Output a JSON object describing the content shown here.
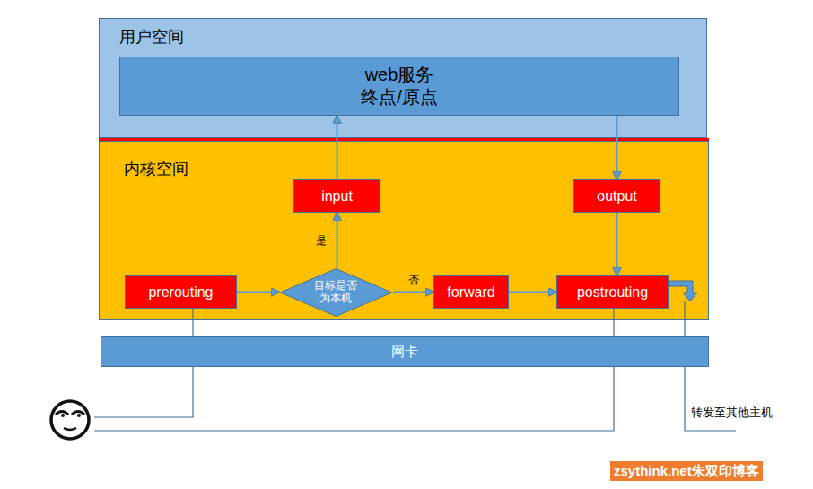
{
  "diagram": {
    "nodes": [
      {
        "text": [
          "用户空间"
        ]
      },
      {
        "text": [
          "web服务",
          "终点/原点"
        ],
        "in": 0
      },
      {
        "text": [
          "内核空间"
        ]
      },
      {
        "text": [
          "input"
        ],
        "in": 2
      },
      {
        "text": [
          "output"
        ],
        "in": 2
      },
      {
        "text": [
          "prerouting"
        ],
        "in": 2
      },
      {
        "text": [
          "目标是否为本机"
        ],
        "in": 2
      },
      {
        "text": [
          "forward"
        ],
        "in": 2
      },
      {
        "text": [
          "postrouting"
        ],
        "in": 2
      },
      {
        "text": [
          "网卡"
        ]
      }
    ],
    "edges": [
      {
        "from": 5,
        "to": 6,
        "arrow": "to"
      },
      {
        "from": 6,
        "to": 3,
        "label": "是",
        "arrow": "to"
      },
      {
        "from": 6,
        "to": 7,
        "label": "否",
        "arrow": "to"
      },
      {
        "from": 7,
        "to": 8,
        "arrow": "to"
      },
      {
        "from": 3,
        "to": 1,
        "arrow": "to"
      },
      {
        "from": 1,
        "to": 4,
        "arrow": "to"
      },
      {
        "from": 4,
        "to": 8,
        "arrow": "to"
      }
    ],
    "labels": [
      "转发至其他主机",
      "zsythink.net朱双印博客"
    ]
  }
}
